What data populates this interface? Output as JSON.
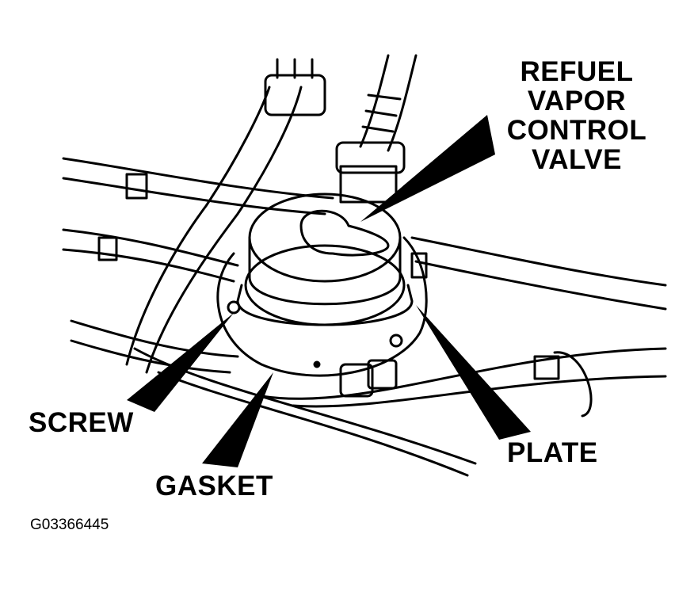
{
  "labels": {
    "refuel_valve": [
      "REFUEL",
      "VAPOR",
      "CONTROL",
      "VALVE"
    ],
    "screw": "SCREW",
    "gasket": "GASKET",
    "plate": "PLATE"
  },
  "figure_code": "G03366445",
  "colors": {
    "ink": "#000000",
    "paper": "#ffffff"
  }
}
